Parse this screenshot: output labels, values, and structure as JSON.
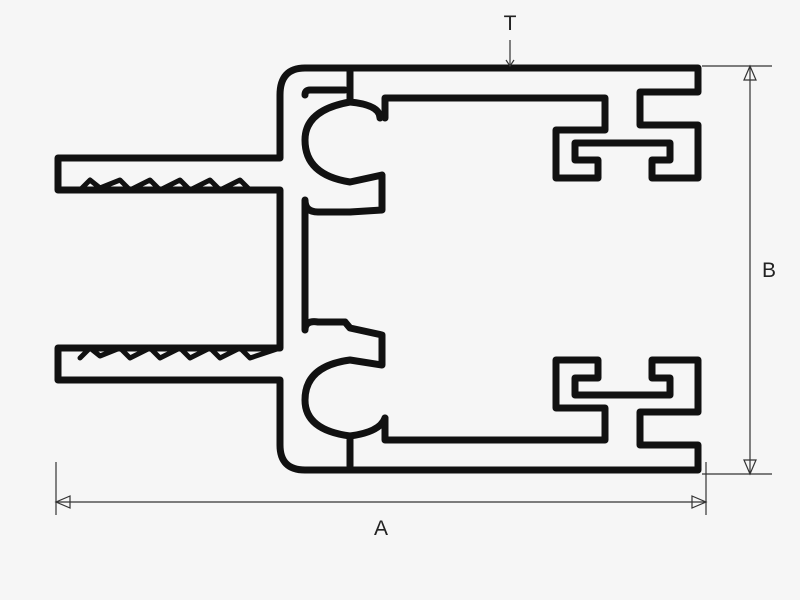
{
  "diagram": {
    "title": "",
    "dimensions": {
      "thickness_label": "T",
      "width_label": "A",
      "height_label": "B"
    },
    "colors": {
      "background": "#f6f6f6",
      "stroke": "#111111",
      "dimension_line": "#333333"
    }
  }
}
